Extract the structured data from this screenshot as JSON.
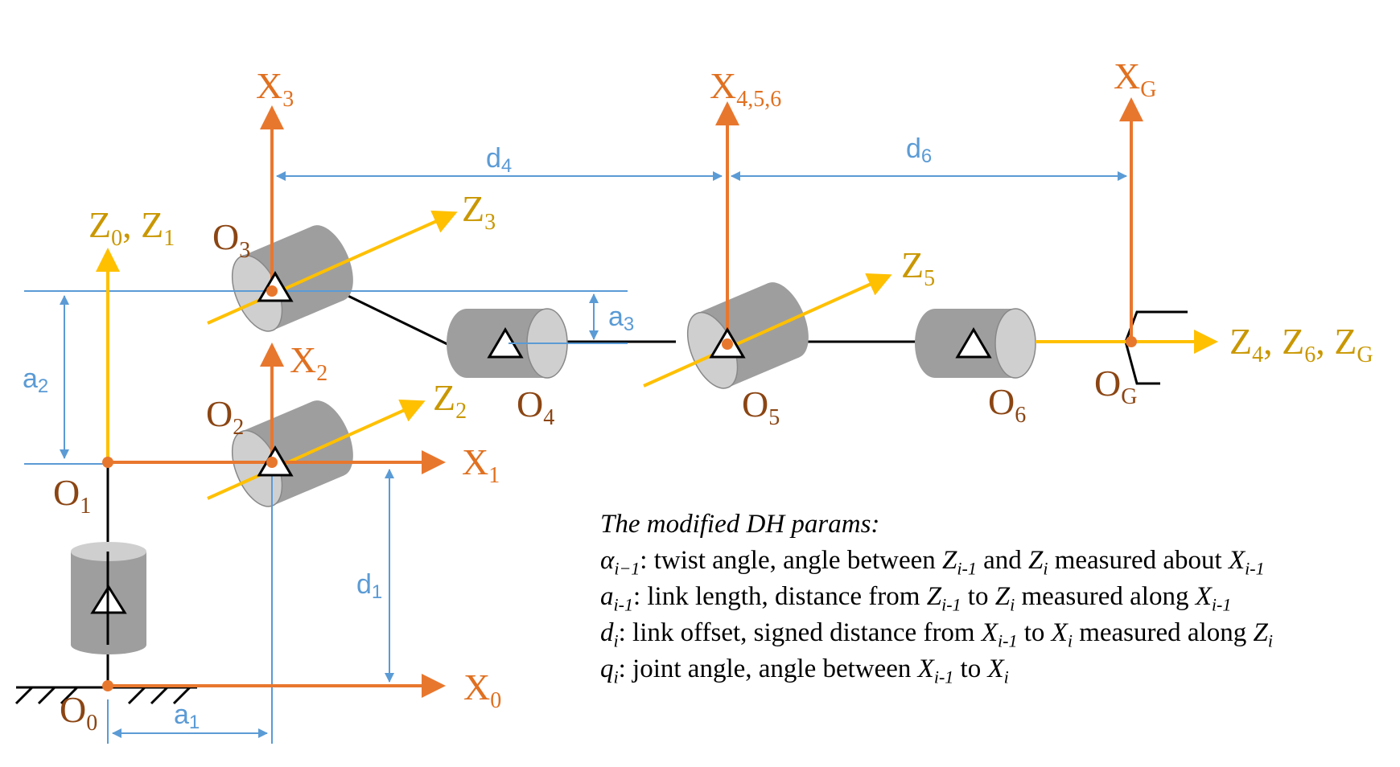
{
  "labels": {
    "x0": "X",
    "x0_sub": "0",
    "x1": "X",
    "x1_sub": "1",
    "x2": "X",
    "x2_sub": "2",
    "x3": "X",
    "x3_sub": "3",
    "x456": "X",
    "x456_sub": "4,5,6",
    "xg": "X",
    "xg_sub": "G",
    "z01": "Z",
    "z01_sub_a": "0",
    "z01_sep": ", Z",
    "z01_sub_b": "1",
    "z2": "Z",
    "z2_sub": "2",
    "z3": "Z",
    "z3_sub": "3",
    "z5": "Z",
    "z5_sub": "5",
    "z46g_a": "Z",
    "z46g_sub_a": "4",
    "z46g_b": ", Z",
    "z46g_sub_b": "6",
    "z46g_c": ", Z",
    "z46g_sub_c": "G",
    "o0": "O",
    "o0_sub": "0",
    "o1": "O",
    "o1_sub": "1",
    "o2": "O",
    "o2_sub": "2",
    "o3": "O",
    "o3_sub": "3",
    "o4": "O",
    "o4_sub": "4",
    "o5": "O",
    "o5_sub": "5",
    "o6": "O",
    "o6_sub": "6",
    "og": "O",
    "og_sub": "G",
    "a1": "a",
    "a1_sub": "1",
    "a2": "a",
    "a2_sub": "2",
    "a3": "a",
    "a3_sub": "3",
    "d1": "d",
    "d1_sub": "1",
    "d4": "d",
    "d4_sub": "4",
    "d6": "d",
    "d6_sub": "6"
  },
  "legend": {
    "title": "The modified DH params:",
    "alpha_sym": "α",
    "alpha_sub": "i−1",
    "alpha_text": ": twist angle, angle between ",
    "alpha_z1": "Z",
    "alpha_z1_sub": "i-1",
    "alpha_and": " and ",
    "alpha_z2": "Z",
    "alpha_z2_sub": "i",
    "alpha_about": " measured about ",
    "alpha_x": "X",
    "alpha_x_sub": "i-1",
    "a_sym": "a",
    "a_sub": "i-1",
    "a_text": ": link length, distance from ",
    "a_z1": "Z",
    "a_z1_sub": "i-1",
    "a_to": " to ",
    "a_z2": "Z",
    "a_z2_sub": "i",
    "a_along": " measured along ",
    "a_x": "X",
    "a_x_sub": "i-1",
    "d_sym": "d",
    "d_sub": "i",
    "d_text": ": link offset, signed distance from ",
    "d_x1": "X",
    "d_x1_sub": "i-1",
    "d_to": " to ",
    "d_x2": "X",
    "d_x2_sub": "i",
    "d_along": " measured along ",
    "d_z": "Z",
    "d_z_sub": "i",
    "q_sym": "q",
    "q_sub": "i",
    "q_text": ": joint angle, angle between ",
    "q_x1": "X",
    "q_x1_sub": "i-1",
    "q_to": " to ",
    "q_x2": "X",
    "q_x2_sub": "i"
  },
  "colors": {
    "x_axis": "#E8772E",
    "z_axis": "#FFC000",
    "dimension": "#5B9BD5",
    "origin_label": "#8B4513",
    "joint_body": "#9E9E9E",
    "joint_face": "#CFCFCF"
  }
}
